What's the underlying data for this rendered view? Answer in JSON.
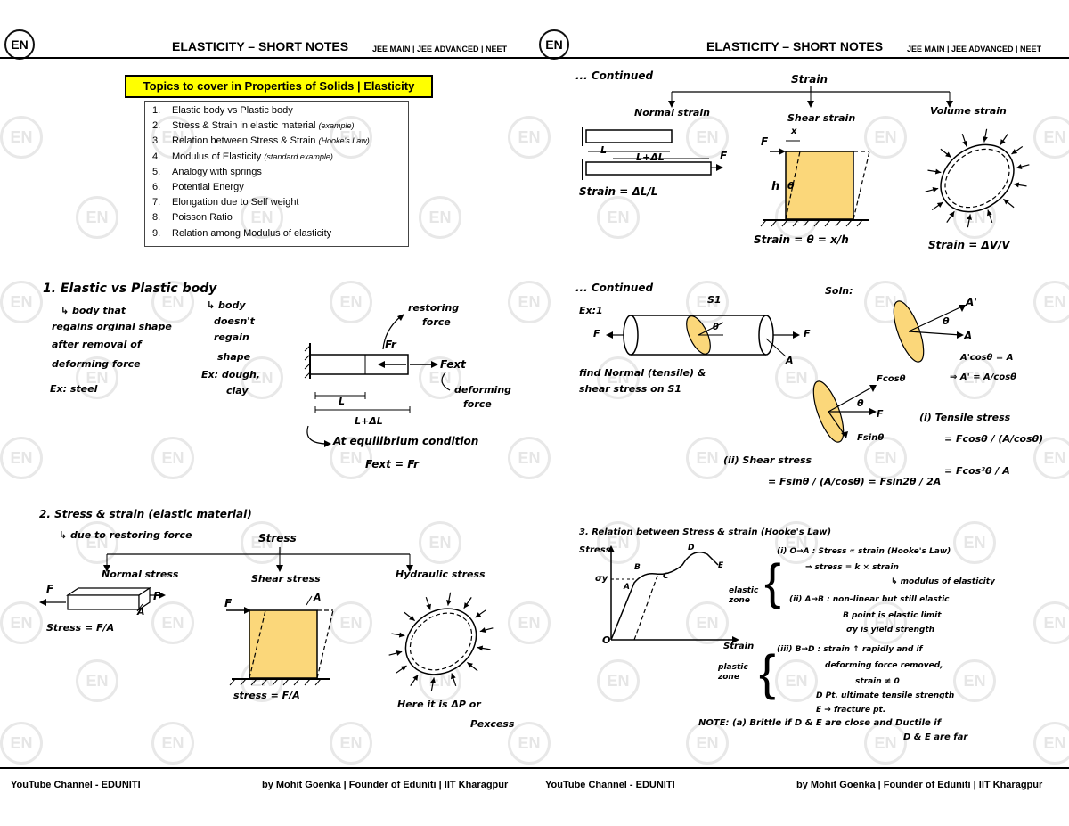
{
  "header": {
    "logo": "EN",
    "title": "ELASTICITY – SHORT NOTES",
    "tags": "JEE MAIN | JEE ADVANCED | NEET"
  },
  "topics": {
    "heading": "Topics to cover in Properties of Solids | Elasticity",
    "items": [
      {
        "num": "1.",
        "text": "Elastic body vs Plastic body",
        "note": ""
      },
      {
        "num": "2.",
        "text": "Stress & Strain in elastic material",
        "note": "(example)"
      },
      {
        "num": "3.",
        "text": "Relation between Stress & Strain",
        "note": "(Hooke's Law)"
      },
      {
        "num": "4.",
        "text": "Modulus of Elasticity",
        "note": "(standard example)"
      },
      {
        "num": "5.",
        "text": "Analogy with springs",
        "note": ""
      },
      {
        "num": "6.",
        "text": "Potential Energy",
        "note": ""
      },
      {
        "num": "7.",
        "text": "Elongation due to Self weight",
        "note": ""
      },
      {
        "num": "8.",
        "text": "Poisson Ratio",
        "note": ""
      },
      {
        "num": "9.",
        "text": "Relation among Modulus of elasticity",
        "note": ""
      }
    ]
  },
  "s1": {
    "title": "1. Elastic vs Plastic body",
    "elastic": [
      "↳ body that",
      "regains orginal shape",
      "after removal of",
      "deforming force"
    ],
    "elastic_ex": "Ex: steel",
    "plastic": [
      "↳ body",
      "doesn't",
      "regain",
      "shape"
    ],
    "plastic_ex": [
      "Ex: dough,",
      "clay"
    ],
    "restoring": [
      "restoring",
      "force"
    ],
    "fr": "Fr",
    "fext": "Fext",
    "deforming": [
      "deforming",
      "force"
    ],
    "L": "L",
    "LdL": "L+ΔL",
    "equilibrium": "At equilibrium condition",
    "eq": "Fext = Fr"
  },
  "s2": {
    "title": "2. Stress & strain (elastic material)",
    "sub": "↳ due to restoring force",
    "stress": "Stress",
    "normal": "Normal stress",
    "shear": "Shear stress",
    "hydraulic": "Hydraulic stress",
    "F": "F",
    "A": "A",
    "normal_formula": "Stress = F/A",
    "shear_formula": "stress = F/A",
    "hyd_note": [
      "Here it is ΔP or",
      "Pexcess"
    ]
  },
  "cont1": {
    "title": "... Continued",
    "strain": "Strain",
    "normal": "Normal strain",
    "shear": "Shear strain",
    "volume": "Volume strain",
    "L": "L",
    "LdL": "L+ΔL",
    "F": "F",
    "x": "x",
    "h": "h",
    "theta": "θ",
    "normal_formula": "Strain = ΔL/L",
    "shear_formula": "Strain = θ = x/h",
    "volume_formula": "Strain = ΔV/V"
  },
  "cont2": {
    "title": "... Continued",
    "ex": "Ex:1",
    "q": [
      "find Normal (tensile) &",
      "shear stress on S1"
    ],
    "soln": "Soln:",
    "S1": "S1",
    "A": "A",
    "A1": "A'",
    "theta": "θ",
    "F": "F",
    "Fcos": "Fcosθ",
    "Fsin": "Fsinθ",
    "area1": "A'cosθ = A",
    "area2": "⇒ A' = A/cosθ",
    "tensile_title": "(i) Tensile stress",
    "tensile": [
      "= Fcosθ / (A/cosθ)",
      "= Fcos²θ / A"
    ],
    "shear_title": "(ii) Shear stress",
    "shear": "= Fsinθ / (A/cosθ) = Fsin2θ / 2A"
  },
  "s3": {
    "title": "3. Relation between Stress & strain (Hooke's Law)",
    "stress": "Stress",
    "strain": "Strain",
    "sy": "σy",
    "O": "O",
    "pts": {
      "A": "A",
      "B": "B",
      "C": "C",
      "D": "D",
      "E": "E"
    },
    "elastic_zone": "elastic zone",
    "plastic_zone": "plastic zone",
    "i": [
      "(i) O→A : Stress ∝ strain (Hooke's Law)",
      "⇒ stress = k × strain",
      "↳ modulus of elasticity"
    ],
    "ii": [
      "(ii) A→B : non-linear but still elastic",
      "B point is elastic limit",
      "σy is yield strength"
    ],
    "iii": [
      "(iii) B→D : strain ↑ rapidly and if",
      "deforming force removed,",
      "strain ≠ 0",
      "D Pt. ultimate tensile strength",
      "E → fracture pt."
    ],
    "note": [
      "NOTE: (a) Brittle if D & E are close and Ductile if",
      "D & E are far"
    ]
  },
  "footer": {
    "left": "YouTube Channel - EDUNITI",
    "right": "by Mohit Goenka | Founder of Eduniti | IIT Kharagpur"
  }
}
